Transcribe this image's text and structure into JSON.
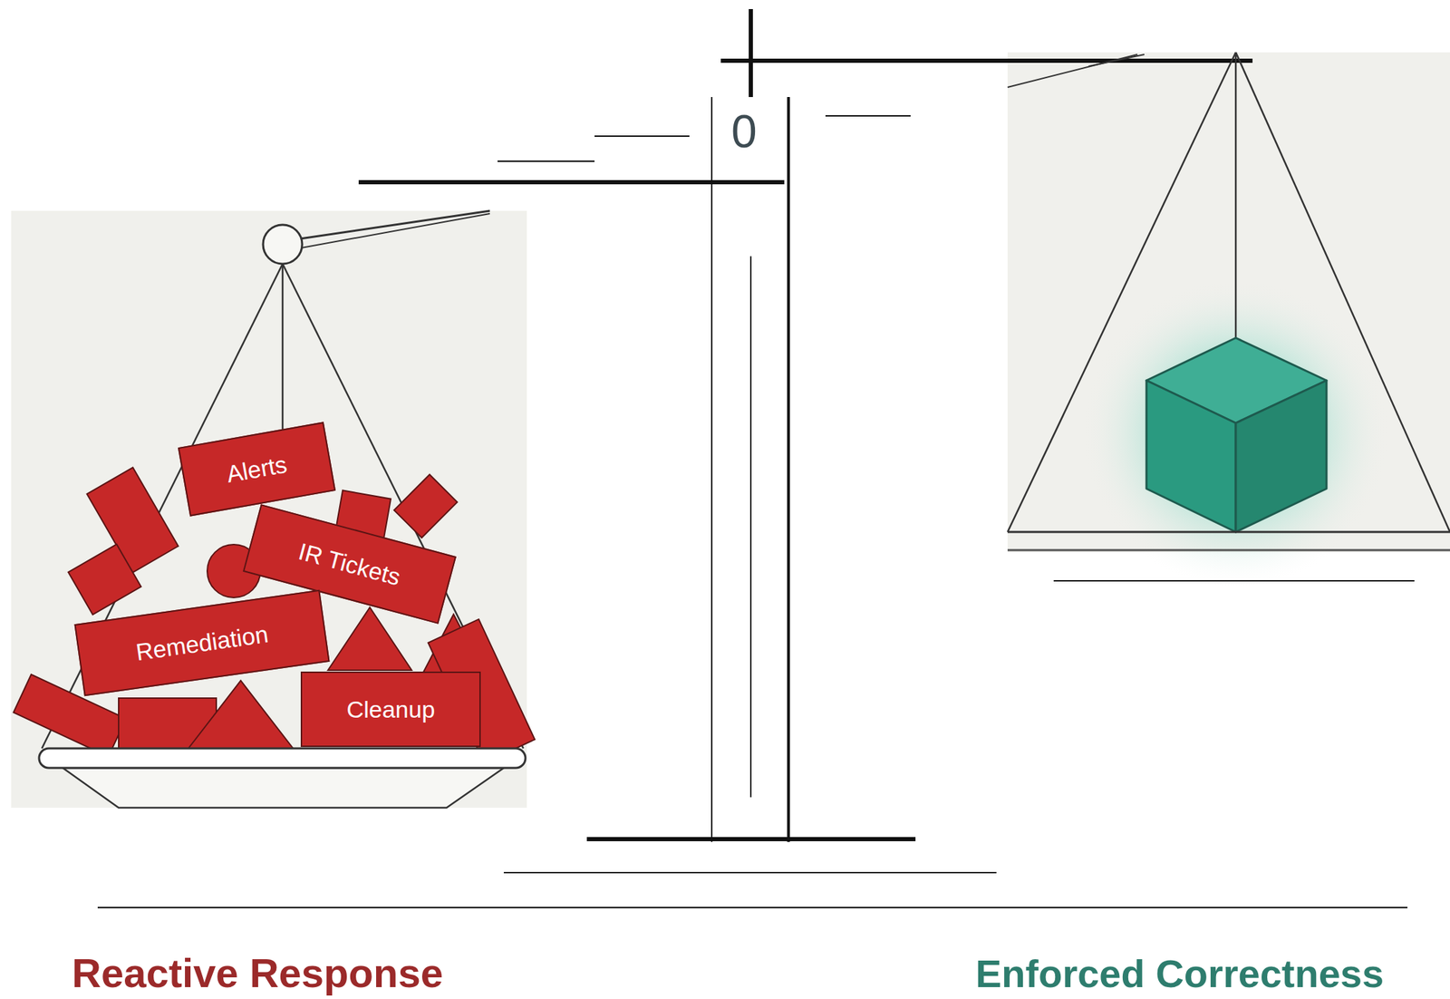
{
  "diagram": {
    "nodes": [
      {
        "text": [
          "Alerts"
        ]
      },
      {
        "text": [
          "IR Tickets"
        ]
      },
      {
        "text": [
          "Remediation"
        ]
      },
      {
        "text": [
          "Cleanup"
        ]
      }
    ],
    "labels": [
      "0",
      "Reactive Response",
      "Enforced Correctness"
    ]
  }
}
